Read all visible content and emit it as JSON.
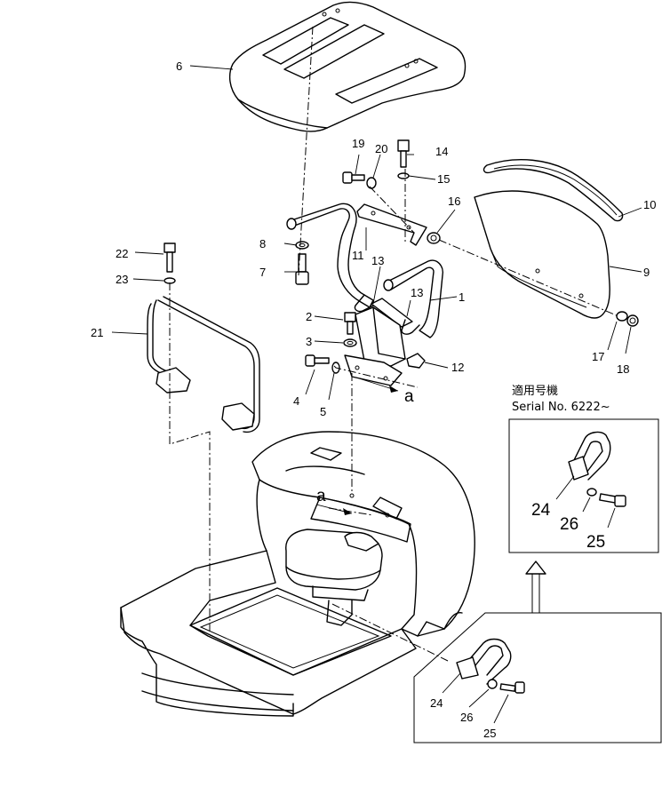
{
  "diagram": {
    "callouts": {
      "p1": "1",
      "p2": "2",
      "p3": "3",
      "p4": "4",
      "p5": "5",
      "p6": "6",
      "p7": "7",
      "p8": "8",
      "p9": "9",
      "p10": "10",
      "p11": "11",
      "p12": "12",
      "p13a": "13",
      "p13b": "13",
      "p14": "14",
      "p15": "15",
      "p16": "16",
      "p17": "17",
      "p18": "18",
      "p19": "19",
      "p20": "20",
      "p21": "21",
      "p22": "22",
      "p23": "23",
      "p24": "24",
      "p25": "25",
      "p26": "26",
      "p24_inset": "24",
      "p25_inset": "25",
      "p26_inset": "26"
    },
    "ref_mark_top": "a",
    "ref_mark_bottom": "a",
    "inset": {
      "title_jp": "適用号機",
      "serial": "Serial No. 6222~"
    }
  }
}
